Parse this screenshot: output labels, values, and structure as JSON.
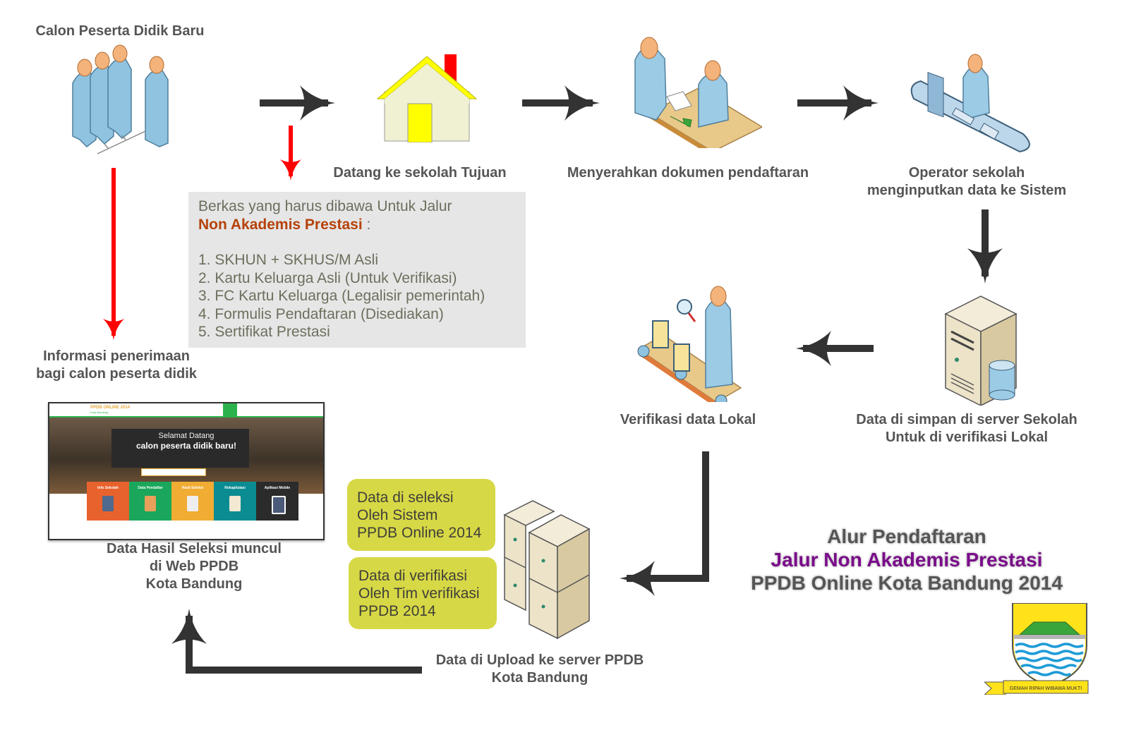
{
  "diagram": {
    "title": {
      "line1": "Alur Pendaftaran",
      "line2": "Jalur Non Akademis Prestasi",
      "line3": "PPDB Online Kota Bandung 2014"
    },
    "colors": {
      "label_text": "#555555",
      "black_arrow": "#333333",
      "red_arrow": "#ff0000",
      "highlight": "#b5420a",
      "title_purple": "#7a0b8a",
      "note_box": "#d7d845",
      "requirements_box": "#e6e6e6"
    },
    "nodes": {
      "students": {
        "label": "Calon Peserta Didik Baru",
        "icon": "group-of-people-icon"
      },
      "school": {
        "label": "Datang ke sekolah Tujuan",
        "icon": "house-icon"
      },
      "submit_docs": {
        "label": "Menyerahkan dokumen pendaftaran",
        "icon": "document-handover-icon"
      },
      "operator": {
        "line1": "Operator sekolah",
        "line2": "menginputkan data ke Sistem",
        "icon": "operator-desk-icon"
      },
      "school_server": {
        "line1": "Data di simpan di server Sekolah",
        "line2": "Untuk di verifikasi Lokal",
        "icon": "server-database-icon"
      },
      "local_verify": {
        "label": "Verifikasi data Lokal",
        "icon": "inspection-conveyor-icon"
      },
      "upload": {
        "line1": "Data di Upload ke server PPDB",
        "line2": "Kota Bandung",
        "icon": "server-cluster-icon"
      },
      "result_web": {
        "line1": "Data Hasil Seleksi muncul",
        "line2": "di Web PPDB",
        "line3": "Kota Bandung"
      },
      "info": {
        "line1": "Informasi penerimaan",
        "line2": "bagi calon peserta didik"
      }
    },
    "requirements": {
      "intro": "Berkas yang harus dibawa Untuk Jalur",
      "track": "Non Akademis Prestasi",
      "suffix": " :",
      "items": [
        "1. SKHUN + SKHUS/M Asli",
        "2. Kartu Keluarga Asli (Untuk Verifikasi)",
        "3. FC Kartu Keluarga (Legalisir pemerintah)",
        "4. Formulis Pendaftaran (Disediakan)",
        "5. Sertifikat Prestasi"
      ]
    },
    "notes": [
      {
        "line1": "Data di seleksi",
        "line2": "Oleh Sistem",
        "line3": "PPDB Online 2014"
      },
      {
        "line1": "Data di verifikasi",
        "line2": "Oleh Tim verifikasi",
        "line3": "PPDB 2014"
      }
    ],
    "website_preview": {
      "brand": "PPDB ONLINE 2014",
      "brand_sub": "Kota Bandung",
      "welcome_line1": "Selamat Datang",
      "welcome_line2": "calon peserta didik baru!",
      "tiles": [
        {
          "label": "Info Sekolah",
          "color": "#e8622d"
        },
        {
          "label": "Data Pendaftar",
          "color": "#1aa75c"
        },
        {
          "label": "Hasil Seleksi",
          "color": "#f0ac33"
        },
        {
          "label": "Rekapitulasi",
          "color": "#0b8c92"
        },
        {
          "label": "Aplikasi Mobile",
          "color": "#2b2b2b"
        }
      ]
    },
    "emblem": {
      "motto": "GEMAH RIPAH WIBAWA MUKTI",
      "icon": "bandung-coat-of-arms-icon"
    }
  }
}
